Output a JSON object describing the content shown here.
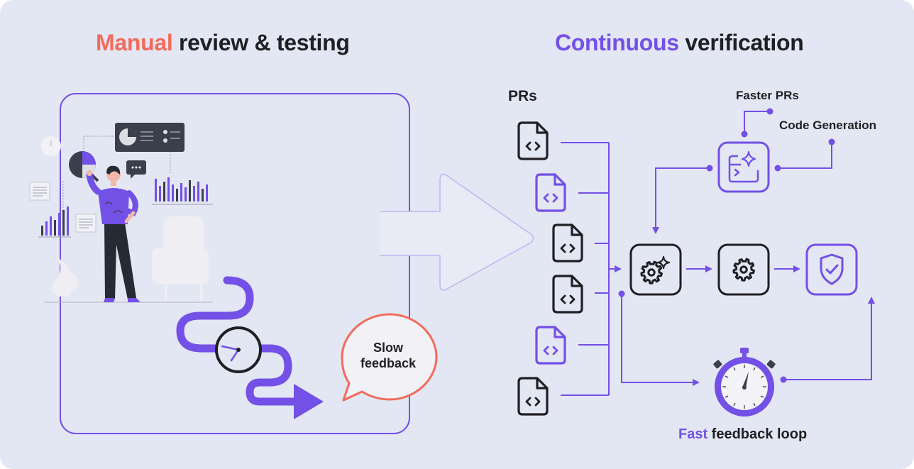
{
  "left_panel": {
    "title_accent": "Manual",
    "title_rest": " review & testing",
    "bubble_text": "Slow feedback"
  },
  "right_panel": {
    "title_accent": "Continuous",
    "title_rest": " verification",
    "prs_label": "PRs",
    "faster_prs_label": "Faster PRs",
    "code_generation_label": "Code Generation",
    "loop_label_accent": "Fast",
    "loop_label_rest": " feedback loop"
  },
  "colors": {
    "background": "#e3e6f3",
    "purple": "#7350e6",
    "coral": "#f36b5b",
    "dark": "#1f1f24"
  },
  "icons": [
    "code-file-icon",
    "ai-gear-icon",
    "gear-icon",
    "shield-check-icon",
    "stopwatch-icon",
    "ai-code-terminal-icon",
    "clock-icon",
    "pie-chart-icon"
  ]
}
